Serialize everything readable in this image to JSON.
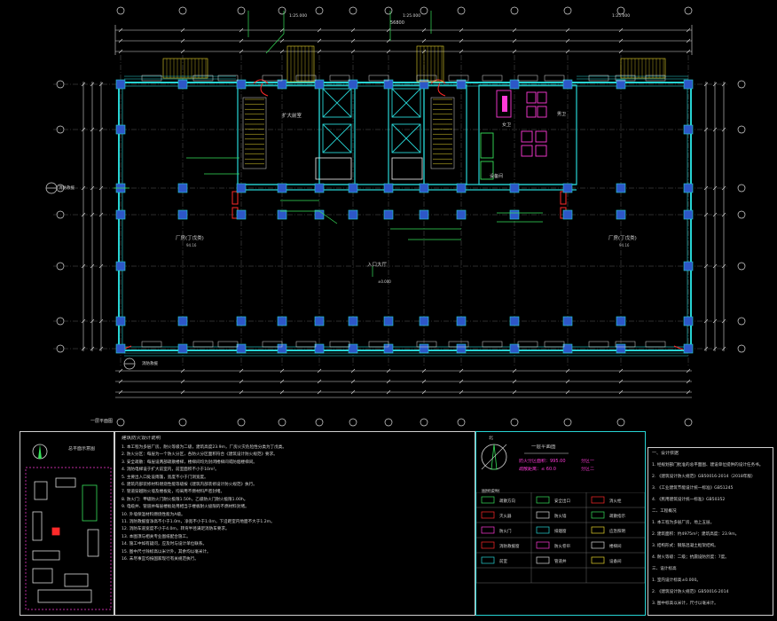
{
  "plan": {
    "title": "一层平面图",
    "lobby_label": "入口大厅",
    "lobby_level": "±0.000",
    "hall_left_label": "厂房(丁戊类)",
    "hall_left_area": "94.16",
    "hall_right_label": "厂房(丁戊类)",
    "hall_right_area": "94.16",
    "fire_room_label": "扩大前室",
    "toilet_female": "女卫",
    "toilet_male": "男卫",
    "mechanical": "设备间",
    "fire_entry_left": "消防救援",
    "fire_entry_right": "消防救援",
    "top_dims": [
      "1:25.000",
      "1:25.000",
      "1:25.000"
    ],
    "total_dim": "56800"
  },
  "site_plan": {
    "title": "总平面示意图"
  },
  "notes": {
    "title": "建筑防火设计说明",
    "lines": [
      "1. 本工程为多层厂房，耐火等级为二级，建筑高度23.9m，厂房火灾危险性分类为丁戊类。",
      "2. 防火分区：每层为一个防火分区，各防火分区面积符合《建筑设计防火规范》要求。",
      "3. 安全疏散：每层设两部疏散楼梯，楼梯间均为封闭楼梯间或防烟楼梯间。",
      "4. 消防电梯设于扩大前室内，前室面积不小于10m²。",
      "5. 主要出入口处设雨篷，宽度不小于门洞宽度。",
      "6. 建筑内部装修材料燃烧性能等级按《建筑内部装修设计防火规范》执行。",
      "7. 管道穿越防火墙及楼板处，均采用不燃材料严密封堵。",
      "8. 防火门：甲级防火门耐火极限1.50h，乙级防火门耐火极限1.00h。",
      "9. 电缆井、管道井每层楼板处用相当于楼板耐火极限的不燃材料封堵。",
      "10. 外墙保温材料燃烧性能为A级。",
      "11. 消防救援窗净高不小于1.0m，净宽不小于1.0m，下沿距室内地面不大于1.2m。",
      "12. 消防车道宽度不小于4.0m，转弯半径满足消防车要求。",
      "13. 本图须与相关专业图纸配合施工。",
      "14. 施工中如有疑问，应及时与设计单位联系。",
      "15. 图中尺寸除标高以米计外，其余均以毫米计。",
      "16. 未尽事宜均按国家现行有关规范执行。"
    ]
  },
  "legend": {
    "north": "北",
    "title": "一层平面图",
    "fire_note_1": "防火分区面积：995.00",
    "fire_note_2": "疏散距离：≤ 60.0",
    "fire_tag_1": "分区一",
    "fire_tag_2": "分区二",
    "legend_title": "图例说明",
    "items": [
      "疏散方向",
      "安全出口",
      "消火栓",
      "灭火器",
      "防火墙",
      "疏散指示",
      "防火门",
      "排烟窗",
      "应急照明",
      "消防救援窗",
      "防火卷帘",
      "楼梯间",
      "前室",
      "管道井",
      "设备间"
    ]
  },
  "title_block": {
    "heading": "一、设计依据",
    "lines": [
      "1. 经规划部门批准的总平面图、建设单位提供的设计任务书。",
      "2. 《建筑设计防火规范》GB50016-2014（2018年版）",
      "3. 《工业建筑节能设计统一标准》GB51245",
      "4. 《民用建筑设计统一标准》GB50352",
      "二、工程概况",
      "1. 本工程为多层厂房，地上五层。",
      "2. 建筑面积：约4975m²；建筑高度：23.9m。",
      "3. 结构形式：钢筋混凝土框架结构。",
      "4. 耐火等级：二级；抗震设防烈度：7度。",
      "三、设计标高",
      "1. 室内设计标高±0.000。",
      "2. 《建筑设计防火规范》GB50016-2014",
      "3. 图中标高以米计，尺寸以毫米计。"
    ]
  },
  "colors": {
    "wall": "#27d4d4",
    "grid": "#6a6a6a",
    "dim": "#d9d9d9",
    "green": "#37e05a",
    "magenta": "#ff3bd8",
    "red": "#ff2a2a",
    "column": "#2d57c8",
    "yellow": "#e6d42c"
  }
}
